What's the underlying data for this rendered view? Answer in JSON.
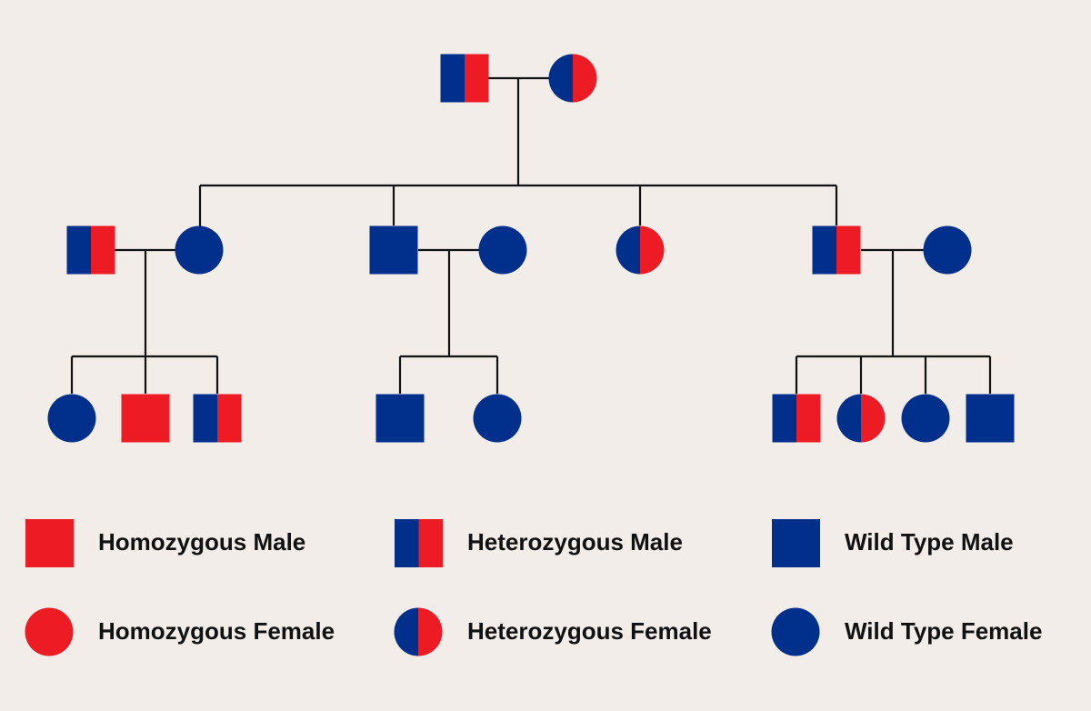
{
  "colors": {
    "background": "#f2ede9",
    "affected": "#ed1c24",
    "wild_type": "#00308b",
    "line": "#111111"
  },
  "pedigree": {
    "generations": [
      {
        "id": "gen-1",
        "individuals": [
          {
            "id": "g1-father",
            "sex": "male",
            "genotype": "heterozygous"
          },
          {
            "id": "g1-mother",
            "sex": "female",
            "genotype": "heterozygous"
          }
        ]
      },
      {
        "id": "gen-2",
        "individuals": [
          {
            "id": "g2-son-1",
            "sex": "male",
            "genotype": "heterozygous"
          },
          {
            "id": "g2-spouse-1",
            "sex": "female",
            "genotype": "wild_type"
          },
          {
            "id": "g2-son-2",
            "sex": "male",
            "genotype": "wild_type"
          },
          {
            "id": "g2-spouse-2",
            "sex": "female",
            "genotype": "wild_type"
          },
          {
            "id": "g2-daughter",
            "sex": "female",
            "genotype": "heterozygous"
          },
          {
            "id": "g2-son-3",
            "sex": "male",
            "genotype": "heterozygous"
          },
          {
            "id": "g2-spouse-3",
            "sex": "female",
            "genotype": "wild_type"
          }
        ]
      },
      {
        "id": "gen-3",
        "individuals": [
          {
            "id": "g3-a1",
            "sex": "female",
            "genotype": "wild_type"
          },
          {
            "id": "g3-a2",
            "sex": "male",
            "genotype": "homozygous"
          },
          {
            "id": "g3-a3",
            "sex": "male",
            "genotype": "heterozygous"
          },
          {
            "id": "g3-b1",
            "sex": "male",
            "genotype": "wild_type"
          },
          {
            "id": "g3-b2",
            "sex": "female",
            "genotype": "wild_type"
          },
          {
            "id": "g3-c1",
            "sex": "male",
            "genotype": "heterozygous"
          },
          {
            "id": "g3-c2",
            "sex": "female",
            "genotype": "heterozygous"
          },
          {
            "id": "g3-c3",
            "sex": "female",
            "genotype": "wild_type"
          },
          {
            "id": "g3-c4",
            "sex": "male",
            "genotype": "wild_type"
          }
        ]
      }
    ]
  },
  "legend": {
    "homozygous_male": "Homozygous Male",
    "heterozygous_male": "Heterozygous Male",
    "wild_type_male": "Wild Type Male",
    "homozygous_female": "Homozygous Female",
    "heterozygous_female": "Heterozygous Female",
    "wild_type_female": "Wild Type Female"
  }
}
